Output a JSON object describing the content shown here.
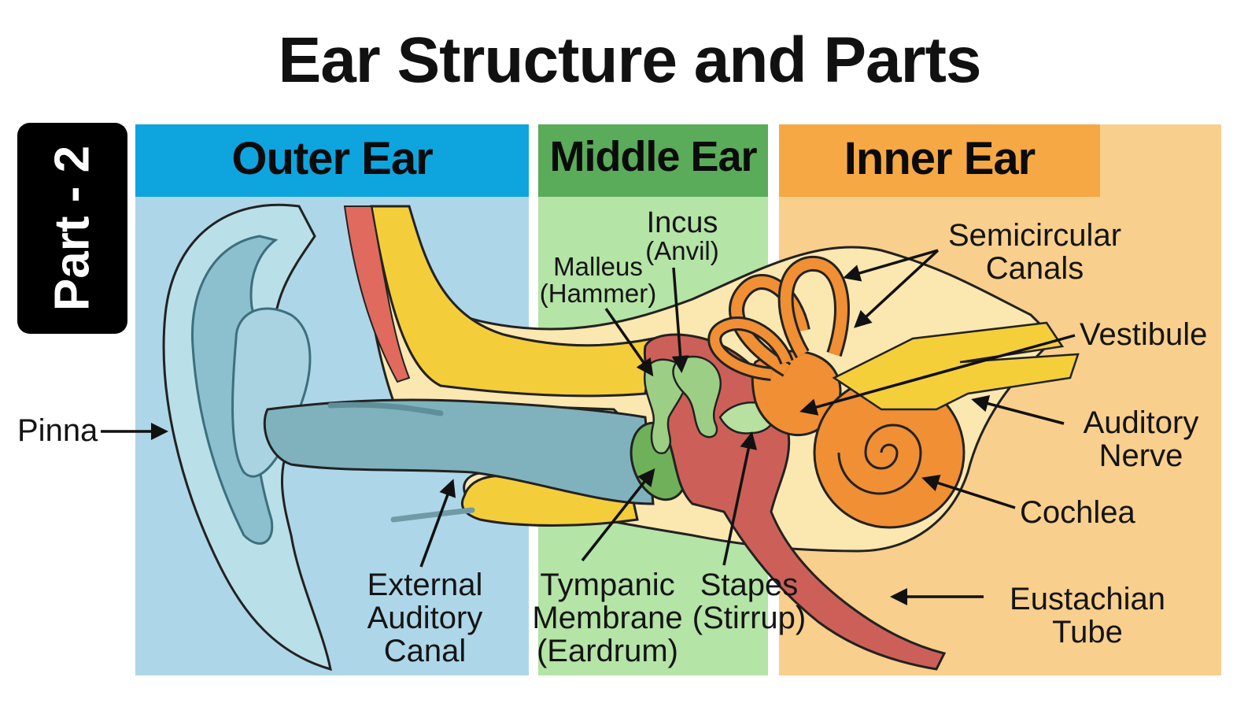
{
  "title": "Ear Structure and Parts",
  "badge": "Part - 2",
  "sections": {
    "outer": {
      "label": "Outer Ear",
      "band": "#0ea5df",
      "panel": "#add7e8"
    },
    "middle": {
      "label": "Middle Ear",
      "band": "#5aab5a",
      "panel": "#b4e4a6"
    },
    "inner": {
      "label": "Inner Ear",
      "band": "#f6a845",
      "panel": "#f8cf8c"
    }
  },
  "labels": {
    "pinna": "Pinna",
    "canal": [
      "External",
      "Auditory",
      "Canal"
    ],
    "tympanic": [
      "Tympanic",
      "Membrane",
      "(Eardrum)"
    ],
    "stapes": [
      "Stapes",
      "(Stirrup)"
    ],
    "malleus": [
      "Malleus",
      "(Hammer)"
    ],
    "incus": [
      "Incus",
      "(Anvil)"
    ],
    "semicircular": [
      "Semicircular",
      "Canals"
    ],
    "vestibule": "Vestibule",
    "nerve": [
      "Auditory",
      "Nerve"
    ],
    "cochlea": "Cochlea",
    "eustachian": [
      "Eustachian",
      "Tube"
    ]
  }
}
